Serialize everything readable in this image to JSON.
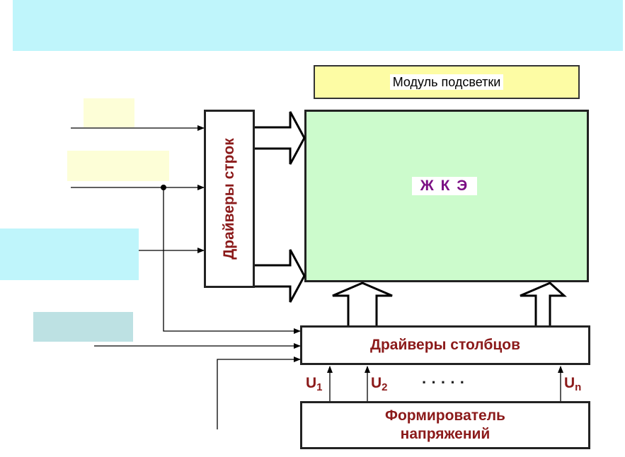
{
  "blocks": {
    "backlight_module": "Модуль подсветки",
    "lcd": "Ж К Э",
    "row_drivers": "Драйверы строк",
    "column_drivers": "Драйверы столбцов",
    "voltage_former_line1": "Формирователь",
    "voltage_former_line2": "напряжений"
  },
  "voltages": [
    {
      "symbol": "U",
      "index": "1"
    },
    {
      "symbol": "U",
      "index": "2"
    },
    {
      "symbol": "U",
      "index": "n"
    }
  ],
  "dots": "·  ·  ·  ·  ·",
  "colors": {
    "title_band": "#bff5fb",
    "lcd_fill": "#ccfbcc",
    "backlight_fill": "#fdfca4",
    "label_text": "#8b1a1a",
    "lcd_text": "#7b0f84"
  }
}
